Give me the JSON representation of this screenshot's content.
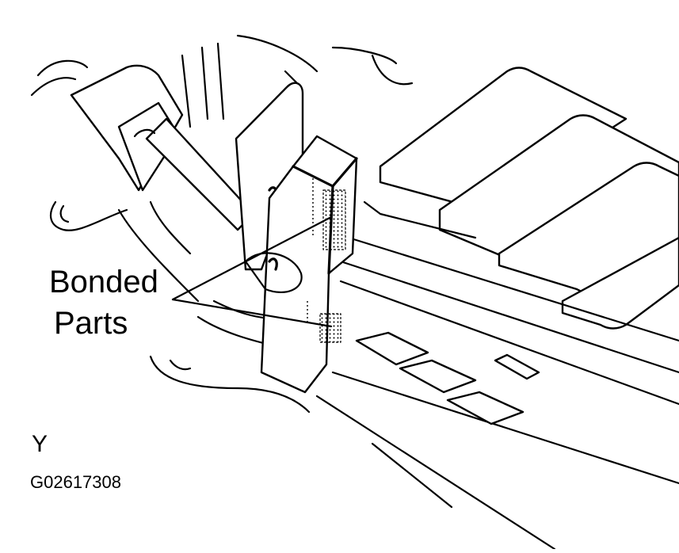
{
  "figure": {
    "callout": {
      "line1": "Bonded",
      "line2": "Parts"
    },
    "view_letter": "Y",
    "figure_code": "G02617308",
    "colors": {
      "ink": "#000000",
      "paper": "#ffffff"
    }
  }
}
